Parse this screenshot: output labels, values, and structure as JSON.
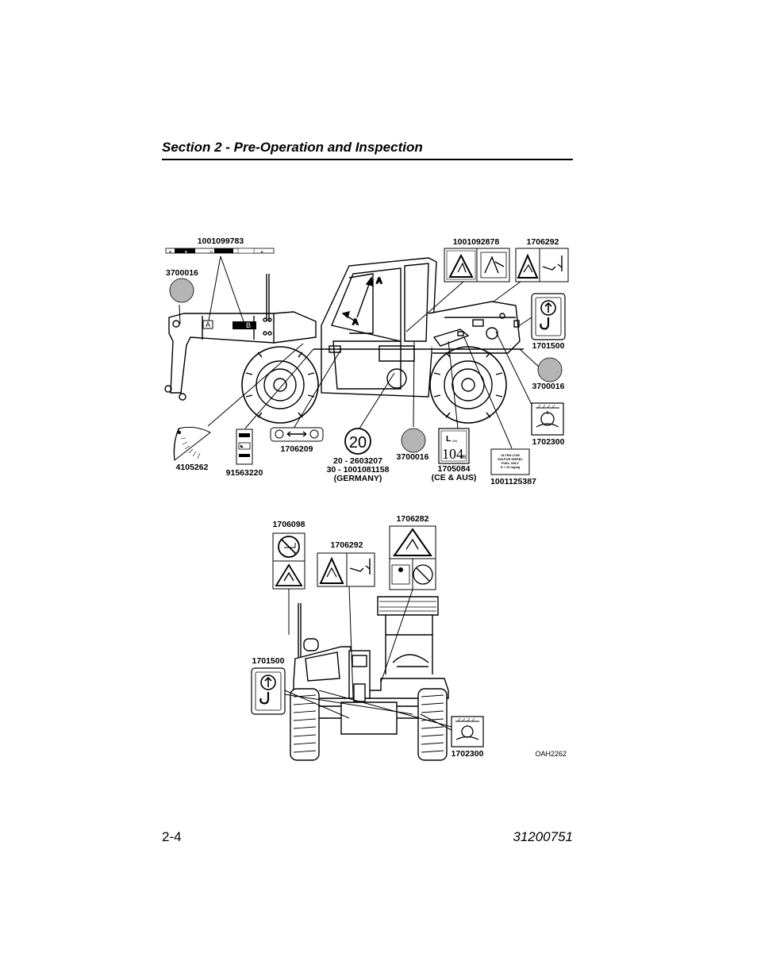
{
  "header": {
    "title": "Section 2 - Pre-Operation and Inspection"
  },
  "footer": {
    "page_number": "2-4",
    "doc_number": "31200751"
  },
  "figure": {
    "id": "OAH2262",
    "side_labels": {
      "boom_decal": "1001099783",
      "boom_letters": [
        "A",
        "B",
        "C",
        "D",
        "E"
      ],
      "boom_callout_a": "A",
      "boom_callout_b": "B",
      "cab_callout": "A",
      "circle_left": "3700016",
      "cab_warning": "1001092878",
      "right_warning": "1706292",
      "lift_right": "1701500",
      "circle_right": "3700016",
      "tie_right": "1702300",
      "fuel_decal": "1001125387",
      "fuel_text_1": "ULTRA LOW",
      "fuel_text_2": "SULFUR DIESEL",
      "fuel_text_3": "FUEL ONLY",
      "fuel_text_4": "S < 15 mg/kg",
      "angle_indicator": "4105262",
      "control_decal": "91563220",
      "frame_level": "1706209",
      "speed_number": "20",
      "speed_line_1": "20 - 2603207",
      "speed_line_2": "30 - 1001081158",
      "speed_line_3": "(GERMANY)",
      "circle_bottom": "3700016",
      "noise_decal": "1705084",
      "noise_region": "(CE & AUS)",
      "noise_lwa": "L",
      "noise_wa": "WA",
      "noise_value": "104",
      "noise_unit": "dB"
    },
    "rear_labels": {
      "rear_warning_left": "1706098",
      "rear_warning_mid": "1706292",
      "rear_warning_top": "1706282",
      "rear_lift": "1701500",
      "rear_tie": "1702300"
    }
  }
}
